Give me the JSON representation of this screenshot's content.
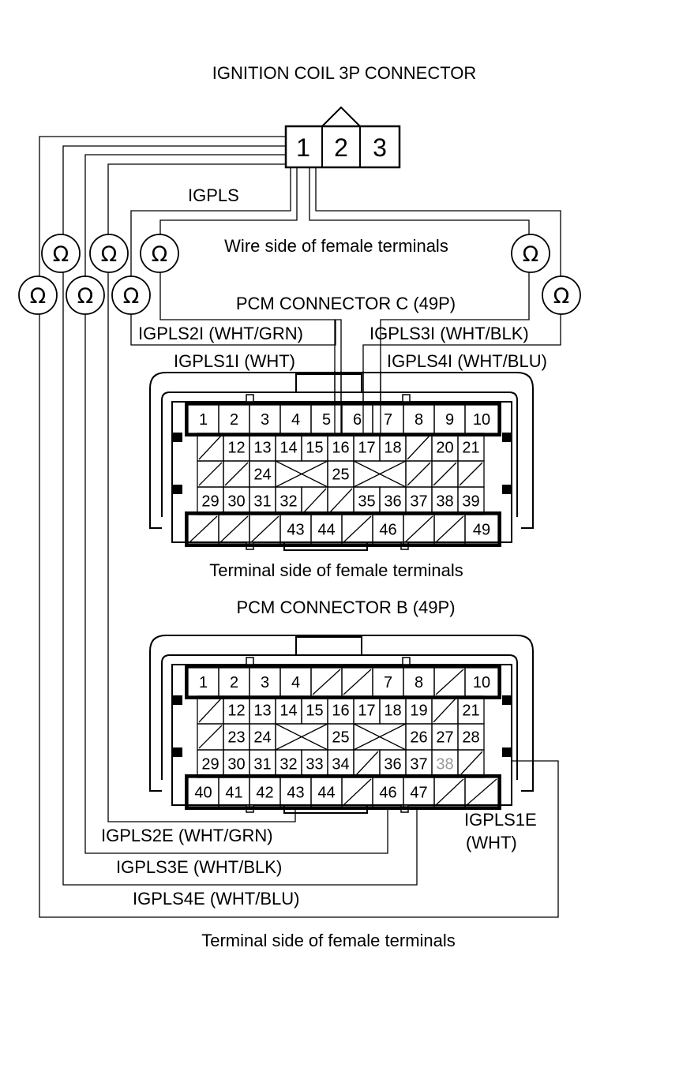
{
  "labels": {
    "coil_title": "IGNITION COIL 3P CONNECTOR",
    "igpls": "IGPLS",
    "wire_side": "Wire side of female terminals",
    "pcm_c_title": "PCM CONNECTOR C (49P)",
    "igpls2i": "IGPLS2I (WHT/GRN)",
    "igpls3i": "IGPLS3I (WHT/BLK)",
    "igpls1i": "IGPLS1I (WHT)",
    "igpls4i": "IGPLS4I (WHT/BLU)",
    "terminal_side_c": "Terminal side of female terminals",
    "pcm_b_title": "PCM CONNECTOR B (49P)",
    "igpls2e": "IGPLS2E (WHT/GRN)",
    "igpls3e": "IGPLS3E (WHT/BLK)",
    "igpls4e": "IGPLS4E (WHT/BLU)",
    "igpls1e_line1": "IGPLS1E",
    "igpls1e_line2": "(WHT)",
    "terminal_side_b": "Terminal side of female terminals"
  },
  "ohm_symbol": "Ω",
  "coil_pins": [
    "1",
    "2",
    "3"
  ],
  "connector_c": {
    "rows": [
      [
        "1",
        "2",
        "3",
        "4",
        "5",
        "6",
        "7",
        "8",
        "9",
        "10"
      ],
      [
        "/",
        "12",
        "13",
        "14",
        "15",
        "16",
        "17",
        "18",
        "/",
        "20",
        "21"
      ],
      [
        "/",
        "/",
        "24",
        "X",
        "25",
        "X",
        "/",
        "/",
        "/"
      ],
      [
        "29",
        "30",
        "31",
        "32",
        "/",
        "/",
        "35",
        "36",
        "37",
        "38",
        "39"
      ],
      [
        "/",
        "/",
        "/",
        "43",
        "44",
        "/",
        "46",
        "/",
        "/",
        "49"
      ]
    ]
  },
  "connector_b": {
    "rows": [
      [
        "1",
        "2",
        "3",
        "4",
        "/",
        "/",
        "7",
        "8",
        "/",
        "10"
      ],
      [
        "/",
        "12",
        "13",
        "14",
        "15",
        "16",
        "17",
        "18",
        "19",
        "/",
        "21"
      ],
      [
        "/",
        "23",
        "24",
        "X",
        "25",
        "X",
        "26",
        "27",
        "28"
      ],
      [
        "29",
        "30",
        "31",
        "32",
        "33",
        "34",
        "/",
        "36",
        "37",
        "38",
        "/"
      ],
      [
        "40",
        "41",
        "42",
        "43",
        "44",
        "/",
        "46",
        "47",
        "/",
        "/"
      ]
    ]
  }
}
